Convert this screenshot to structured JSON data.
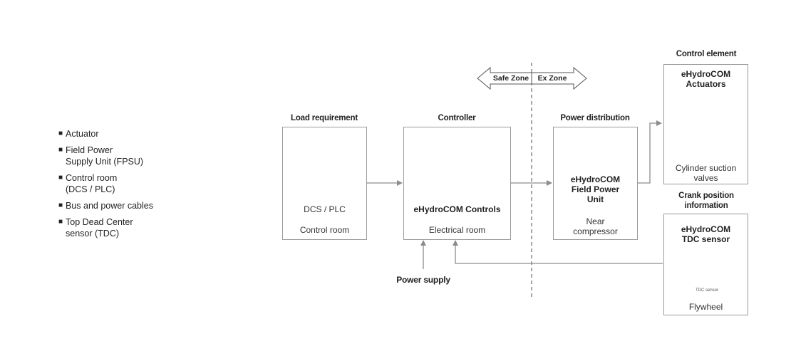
{
  "legend": [
    {
      "label": "Actuator"
    },
    {
      "label": "Field Power\nSupply Unit (FPSU)"
    },
    {
      "label": "Control room\n(DCS / PLC)"
    },
    {
      "label": "Bus and power cables"
    },
    {
      "label": "Top Dead Center\nsensor (TDC)"
    }
  ],
  "zones": {
    "safe": "Safe Zone",
    "ex": "Ex Zone"
  },
  "load": {
    "header": "Load requirement",
    "label": "DCS / PLC",
    "sub": "Control room"
  },
  "controller": {
    "header": "Controller",
    "label": "eHydroCOM Controls",
    "sub": "Electrical room"
  },
  "power": {
    "header": "Power distribution",
    "label": "eHydroCOM\nField Power\nUnit",
    "sub": "Near\ncompressor"
  },
  "actuators": {
    "header": "Control element",
    "label": "eHydroCOM\nActuators",
    "sub": "Cylinder suction\nvalves"
  },
  "tdc": {
    "header": "Crank position\ninformation",
    "label": "eHydroCOM\nTDC sensor",
    "sensor_caption": "TDC sensor",
    "sub": "Flywheel"
  },
  "power_supply": "Power supply",
  "colors": {
    "line": "#8c8c8c",
    "border": "#9a9a9a",
    "icon_dark": "#2b2b2b"
  }
}
